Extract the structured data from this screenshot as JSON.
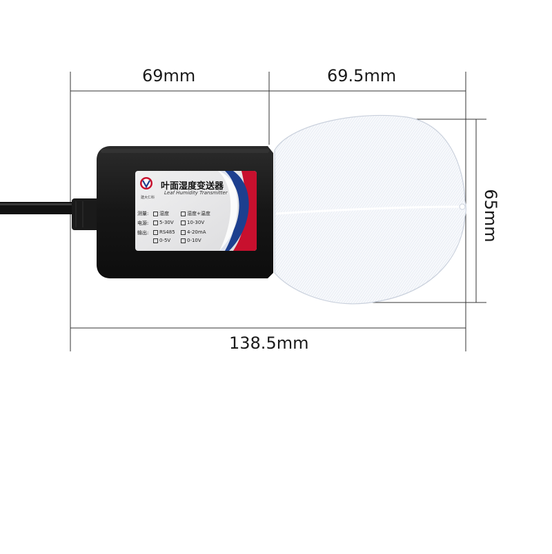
{
  "dimensions": {
    "top_left": "69mm",
    "top_right": "69.5mm",
    "total_width": "138.5mm",
    "height": "65mm"
  },
  "product_label": {
    "title": "叶面湿度变送器",
    "subtitle": "Leaf Humidity Transmitter",
    "brand": "建大仁科",
    "specs": {
      "measure_label": "测量:",
      "measure_opt1": "湿度",
      "measure_opt2": "湿度+温度",
      "power_label": "电源:",
      "power_opt1": "5-30V",
      "power_opt2": "10-30V",
      "output_label": "输出:",
      "output_opt1": "RS485",
      "output_opt2": "4-20mA",
      "output_opt3": "0-5V",
      "output_opt4": "0-10V"
    }
  },
  "colors": {
    "housing": "#1c1c1c",
    "label_bg": "#e9e9ea",
    "stripe_red": "#c8102e",
    "stripe_blue": "#1d3f8f",
    "leaf": "#f6f8fb",
    "dim_line": "#333333"
  }
}
